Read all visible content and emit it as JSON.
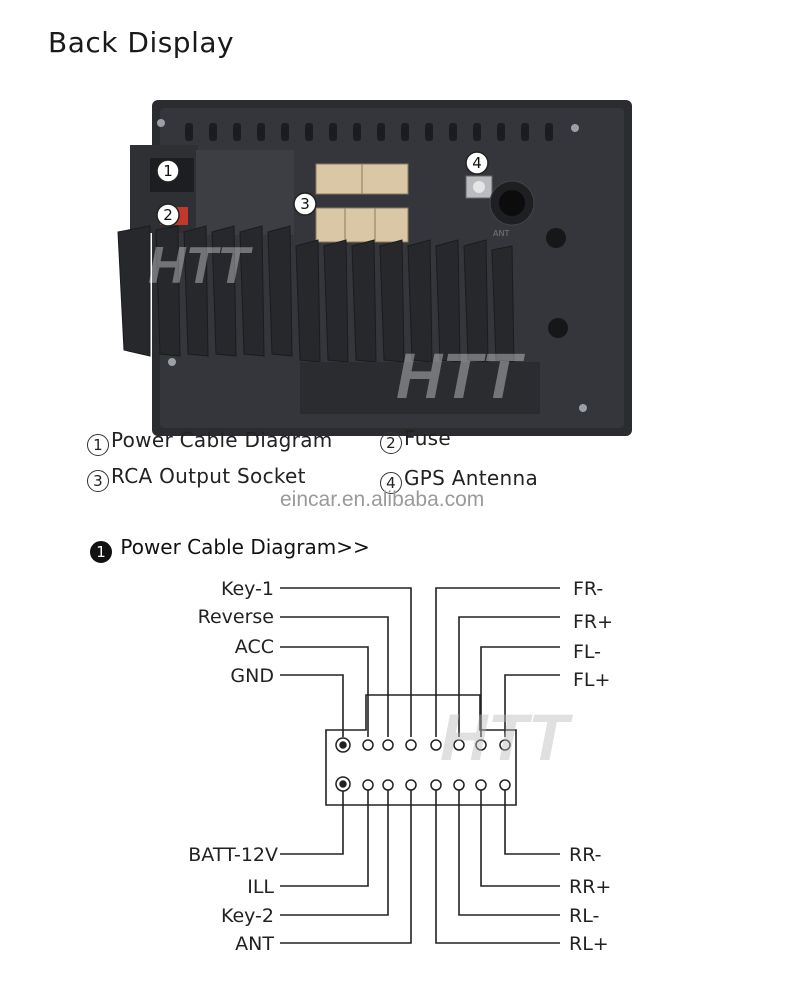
{
  "heading": "Back Display",
  "callouts": [
    {
      "num": "1",
      "label": "Power Cable Diagram"
    },
    {
      "num": "2",
      "label": "Fuse"
    },
    {
      "num": "3",
      "label": "RCA Output Socket"
    },
    {
      "num": "4",
      "label": "GPS Antenna"
    }
  ],
  "watermark": "HTT",
  "photo_text": {
    "ant_label": "ANT"
  },
  "credit": "eincar.en.alibaba.com",
  "diagram": {
    "marker": "1",
    "title": "Power Cable Diagram>>",
    "top_left_wires": [
      "Key-1",
      "Reverse",
      "ACC",
      "GND"
    ],
    "top_right_wires": [
      "FR-",
      "FR+",
      "FL-",
      "FL+"
    ],
    "bottom_left_wires": [
      "BATT-12V",
      "ILL",
      "Key-2",
      "ANT"
    ],
    "bottom_right_wires": [
      "RR-",
      "RR+",
      "RL-",
      "RL+"
    ]
  },
  "colors": {
    "chassis": "#2a2c30",
    "connector": "#d9c7a6",
    "fuse": "#c0392b",
    "line": "#222222"
  }
}
